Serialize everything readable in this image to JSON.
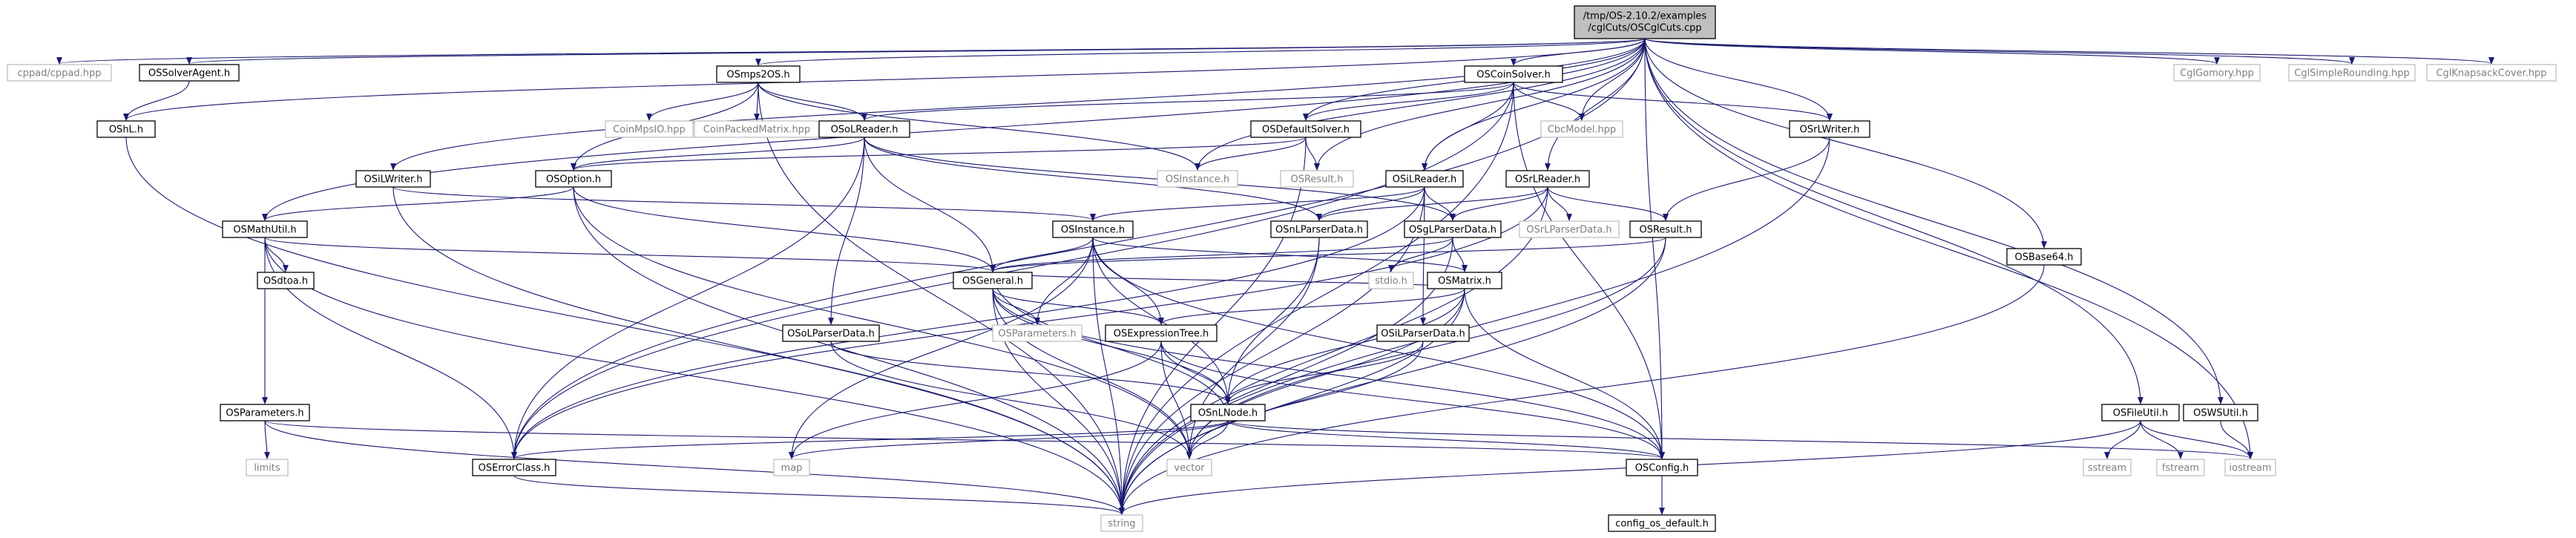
{
  "colors": {
    "root_fill": "#bfbfbf",
    "documented_border": "#000000",
    "external_border": "#bfbfbf",
    "text_documented": "#000000",
    "text_external": "#7f7f7f",
    "edge": "#191970",
    "background": "#ffffff"
  },
  "root": {
    "line1": "/tmp/OS-2.10.2/examples",
    "line2": "/cglCuts/OSCglCuts.cpp"
  },
  "nodes": {
    "cppad": "cppad/cppad.hpp",
    "ossolveragent": "OSSolverAgent.h",
    "oshl": "OShL.h",
    "osmathutil": "OSMathUtil.h",
    "osiolwriter": "OSiLWriter.h",
    "osmps2os": "OSmps2OS.h",
    "coinmpsio": "CoinMpsIO.hpp",
    "coinpackedmatrix": "CoinPackedMatrix.hpp",
    "osolreader": "OSoLReader.h",
    "oscoinsolver": "OSCoinSolver.h",
    "osdefaultsolver": "OSDefaultSolver.h",
    "cbcmodel": "CbcModel.hpp",
    "osrlwriter": "OSrLWriter.h",
    "osrlreader": "OSrLReader.h",
    "osilreader": "OSiLReader.h",
    "osinstance_top": "OSInstance.h",
    "osresult_top": "OSResult.h",
    "osoption": "OSOption.h",
    "osrlparserdata": "OSrLParserData.h",
    "osresult": "OSResult.h",
    "osinstance": "OSInstance.h",
    "osnlparserdata": "OSnLParserData.h",
    "osglparserdata": "OSgLParserData.h",
    "oscftoa": "OSdtoa.h",
    "osgeneral": "OSGeneral.h",
    "stdio": "stdio.h",
    "osmatrix": "OSMatrix.h",
    "osparameters_right": "OSParameters.h",
    "osexpressiontree": "OSExpressionTree.h",
    "osolparserdata": "OSoLParserData.h",
    "osilparserdata": "OSiLParserData.h",
    "osparameters_left": "OSParameters.h",
    "osnlnode": "OSnLNode.h",
    "limits": "limits",
    "map": "map",
    "vector": "vector",
    "oserrorclass": "OSErrorClass.h",
    "osconfig": "OSConfig.h",
    "string": "string",
    "config_os_default": "config_os_default.h",
    "osbase64": "OSBase64.h",
    "osfileutil": "OSFileUtil.h",
    "oswsutil": "OSWSUtil.h",
    "sstream": "sstream",
    "fstream": "fstream",
    "iostream": "iostream",
    "cglgomory": "CglGomory.hpp",
    "cglsimplerounding": "CglSimpleRounding.hpp",
    "cglknapsackcover": "CglKnapsackCover.hpp"
  }
}
